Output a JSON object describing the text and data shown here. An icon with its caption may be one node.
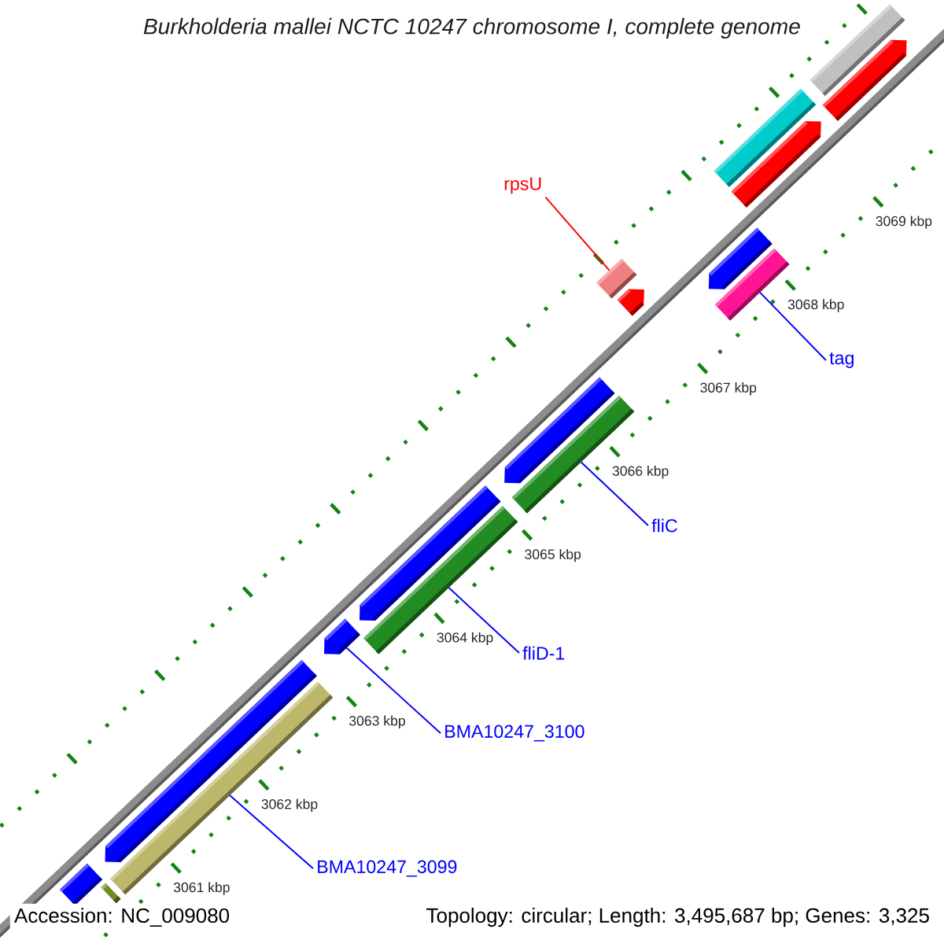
{
  "diagram": {
    "title": "Burkholderia mallei NCTC 10247 chromosome I, complete genome",
    "nodes": [
      {
        "text": [
          "rpsU"
        ]
      },
      {
        "text": [
          "tag"
        ]
      },
      {
        "text": [
          "fliC"
        ]
      },
      {
        "text": [
          "fliD-1"
        ]
      },
      {
        "text": [
          "BMA10247_3100"
        ]
      },
      {
        "text": [
          "BMA10247_3099"
        ]
      },
      {
        "text": [],
        "shape": "bar"
      },
      {
        "text": [],
        "shape": "bar"
      },
      {
        "text": [],
        "shape": "arrow"
      },
      {
        "text": [],
        "shape": "bar"
      },
      {
        "text": [],
        "shape": "arrow"
      },
      {
        "text": [],
        "shape": "bar"
      },
      {
        "text": [],
        "shape": "arrow"
      },
      {
        "text": [],
        "shape": "bar"
      },
      {
        "text": [],
        "shape": "arrow"
      },
      {
        "text": [],
        "shape": "bar"
      },
      {
        "text": [],
        "shape": "arrow"
      },
      {
        "text": [],
        "shape": "bar"
      },
      {
        "text": [],
        "shape": "arrow"
      },
      {
        "text": [],
        "shape": "arrow"
      },
      {
        "text": [],
        "shape": "bar"
      },
      {
        "text": [],
        "shape": "bar"
      },
      {
        "text": [],
        "shape": "arrow"
      }
    ],
    "edges": [
      {
        "from": 0,
        "to": 15,
        "arrow": "none",
        "color": "#ff0000"
      },
      {
        "from": 1,
        "to": 17,
        "arrow": "none"
      },
      {
        "from": 2,
        "to": 13,
        "arrow": "none"
      },
      {
        "from": 3,
        "to": 11,
        "arrow": "none"
      },
      {
        "from": 4,
        "to": 10,
        "arrow": "none"
      },
      {
        "from": 5,
        "to": 9,
        "arrow": "none"
      }
    ],
    "labels": [
      "3069 kbp",
      "3068 kbp",
      "3067 kbp",
      "3066 kbp",
      "3065 kbp",
      "3064 kbp",
      "3063 kbp",
      "3062 kbp",
      "3061 kbp",
      "Accession: NC_009080",
      "Topology: circular; Length: 3,495,687 bp; Genes: 3,325"
    ]
  }
}
